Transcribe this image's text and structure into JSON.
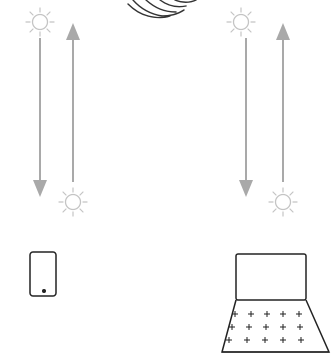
{
  "diagram": {
    "colors": {
      "arrow": "#a9a9a9",
      "sun": "#c4c4c4",
      "device_stroke": "#222222",
      "hand_stroke": "#333333",
      "background": "#ffffff"
    },
    "elements": [
      {
        "name": "hand-icon",
        "kind": "decorative-icon"
      },
      {
        "name": "sun-icon",
        "kind": "light-source"
      },
      {
        "name": "arrow-down",
        "kind": "signal-arrow"
      },
      {
        "name": "arrow-up",
        "kind": "signal-arrow"
      },
      {
        "name": "phone-icon",
        "kind": "device"
      },
      {
        "name": "laptop-icon",
        "kind": "device"
      }
    ]
  }
}
